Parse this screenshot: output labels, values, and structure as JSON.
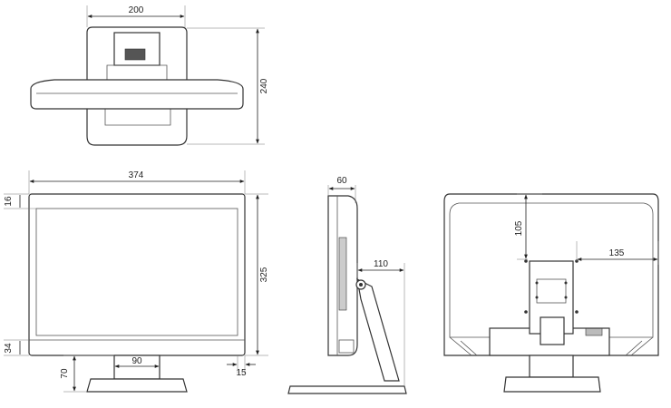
{
  "dimensions": {
    "top_view_width": "200",
    "top_view_depth": "240",
    "front_width": "374",
    "front_top_bezel": "16",
    "front_height": "325",
    "front_bottom_bezel": "34",
    "front_stand_height": "70",
    "front_stand_width": "90",
    "front_side_offset": "15",
    "side_depth": "60",
    "side_stand_depth": "110",
    "rear_mount_vertical": "105",
    "rear_mount_horizontal": "135"
  },
  "colors": {
    "line": "#333333",
    "dimension": "#222222",
    "background": "#ffffff"
  }
}
